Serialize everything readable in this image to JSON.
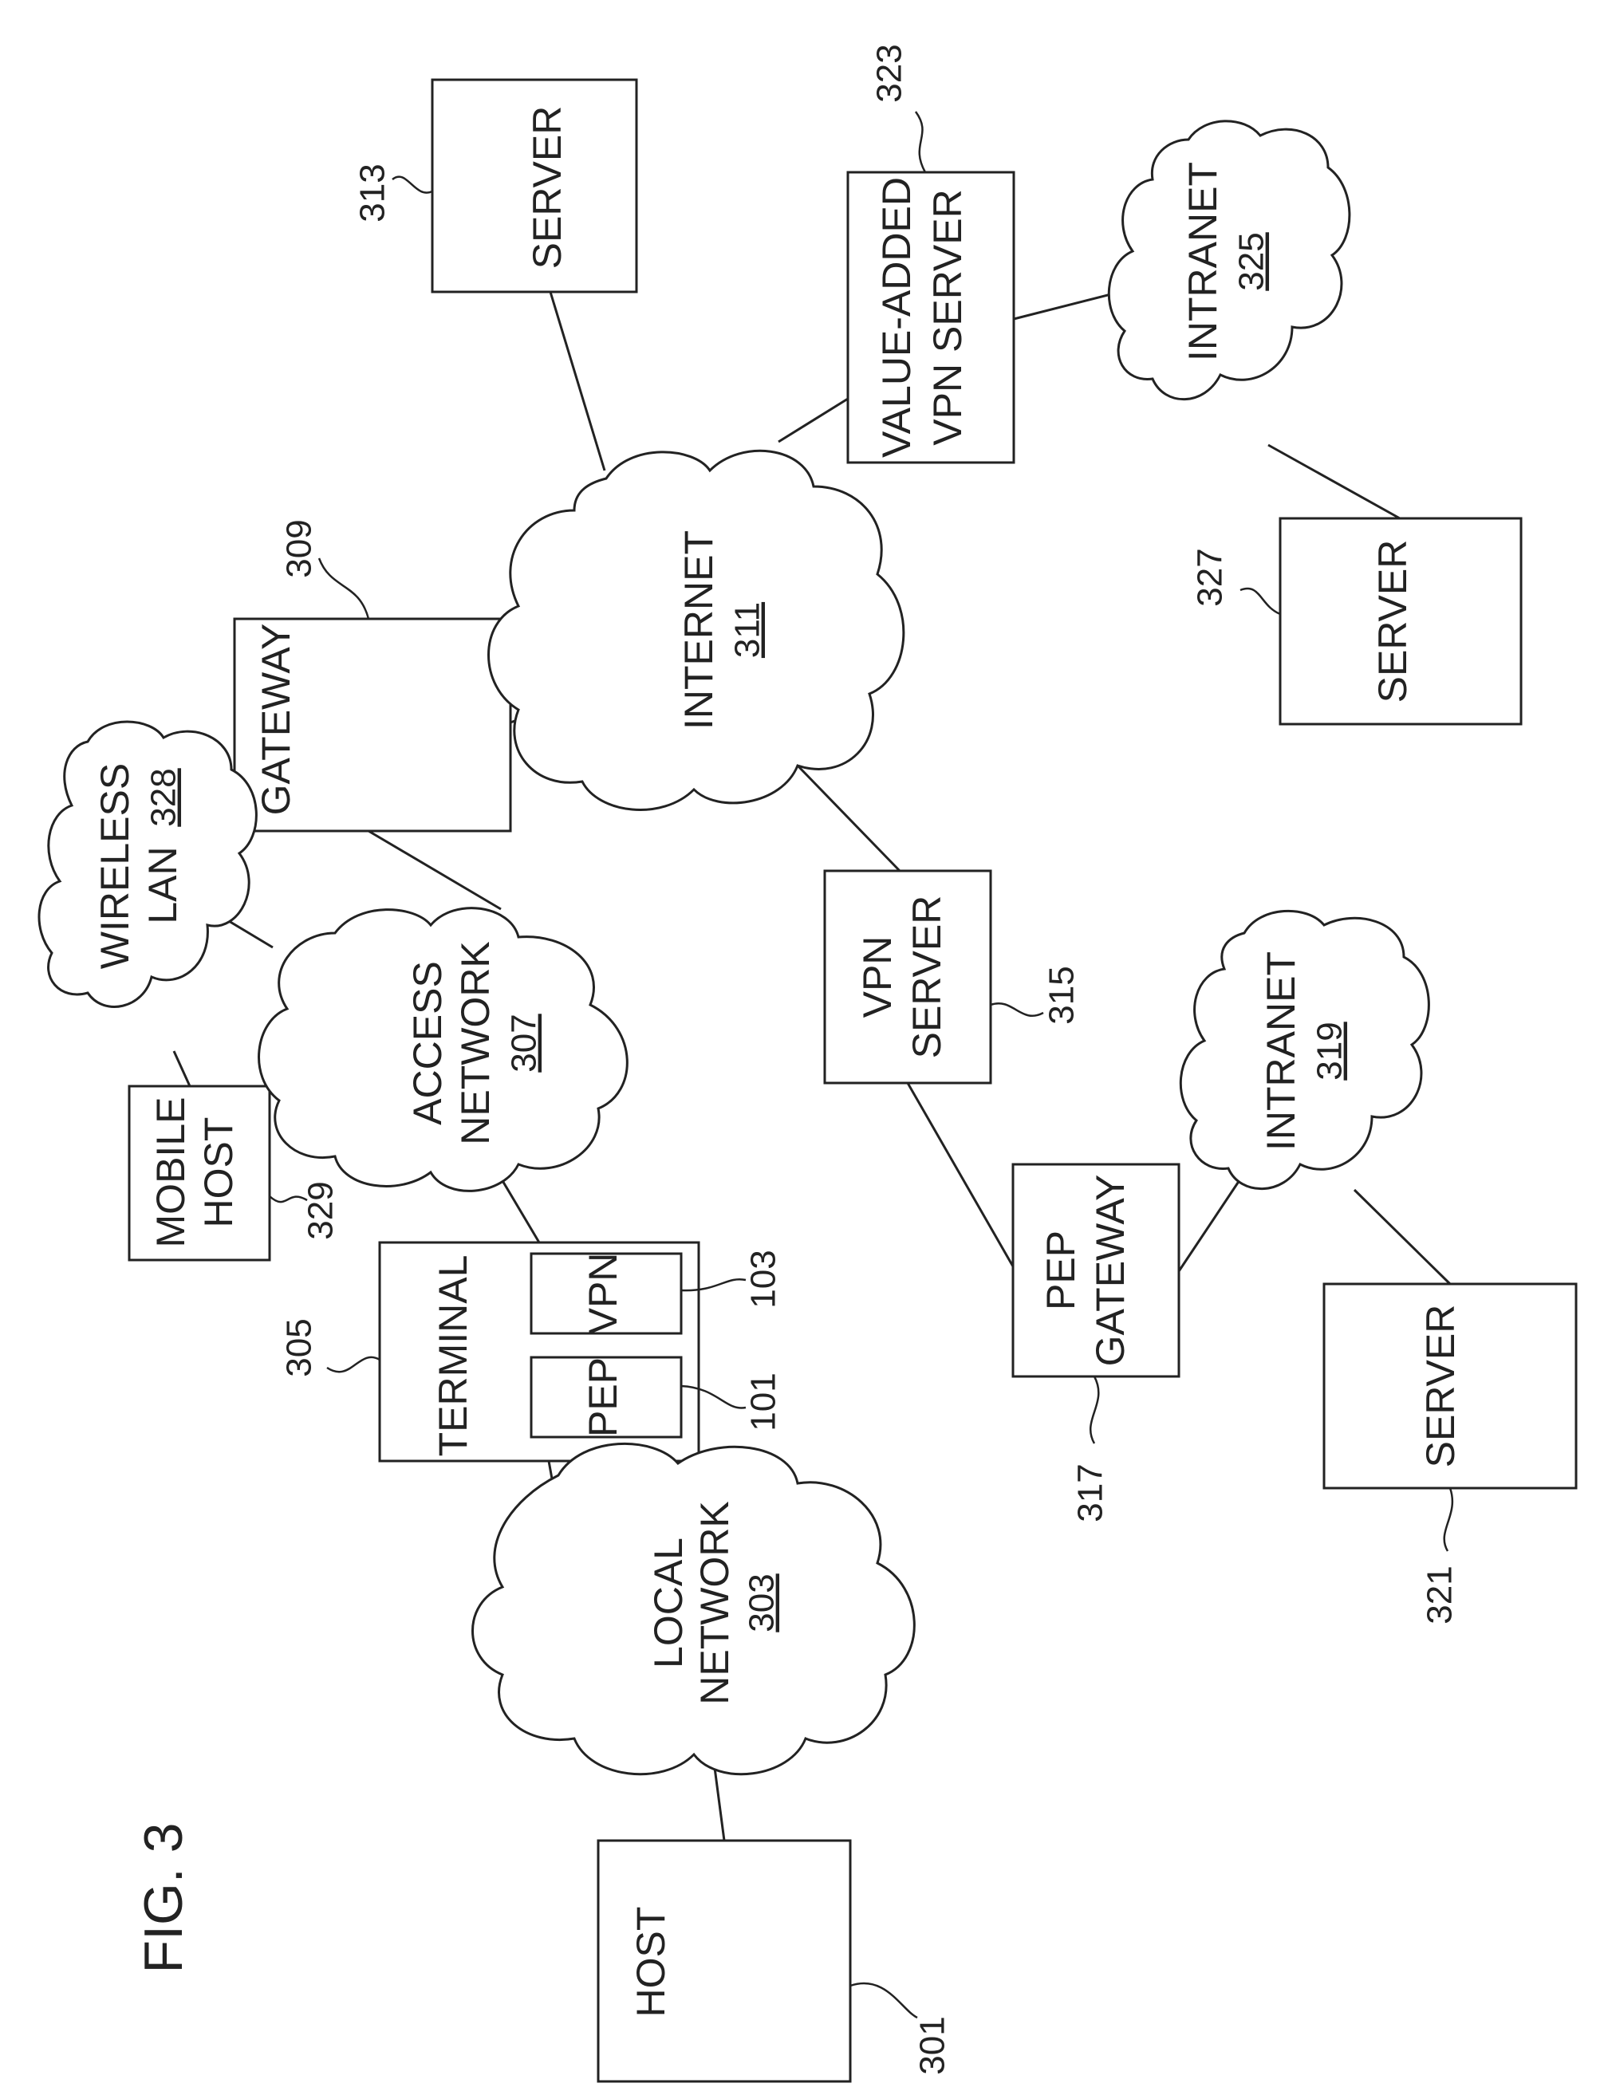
{
  "figure": {
    "title": "FIG. 3",
    "nodes": {
      "host": {
        "label": "HOST",
        "ref": "301"
      },
      "local_network": {
        "line1": "LOCAL",
        "line2": "NETWORK",
        "ref": "303"
      },
      "terminal": {
        "label": "TERMINAL",
        "ref": "305"
      },
      "pep": {
        "label": "PEP",
        "ref": "101"
      },
      "vpn": {
        "label": "VPN",
        "ref": "103"
      },
      "access_network": {
        "line1": "ACCESS",
        "line2": "NETWORK",
        "ref": "307"
      },
      "mobile_host": {
        "line1": "MOBILE",
        "line2": "HOST",
        "ref": "329"
      },
      "wireless_lan": {
        "line1": "WIRELESS",
        "line2": "LAN",
        "ref": "328"
      },
      "gateway": {
        "label": "GATEWAY",
        "ref": "309"
      },
      "internet": {
        "label": "INTERNET",
        "ref": "311"
      },
      "server_313": {
        "label": "SERVER",
        "ref": "313"
      },
      "vpn_server": {
        "line1": "VPN",
        "line2": "SERVER",
        "ref": "315"
      },
      "pep_gateway": {
        "line1": "PEP",
        "line2": "GATEWAY",
        "ref": "317"
      },
      "intranet_319": {
        "label": "INTRANET",
        "ref": "319"
      },
      "server_321": {
        "label": "SERVER",
        "ref": "321"
      },
      "value_added_vpn_server": {
        "line1": "VALUE-ADDED",
        "line2": "VPN SERVER",
        "ref": "323"
      },
      "intranet_325": {
        "label": "INTRANET",
        "ref": "325"
      },
      "server_327": {
        "label": "SERVER",
        "ref": "327"
      }
    }
  }
}
